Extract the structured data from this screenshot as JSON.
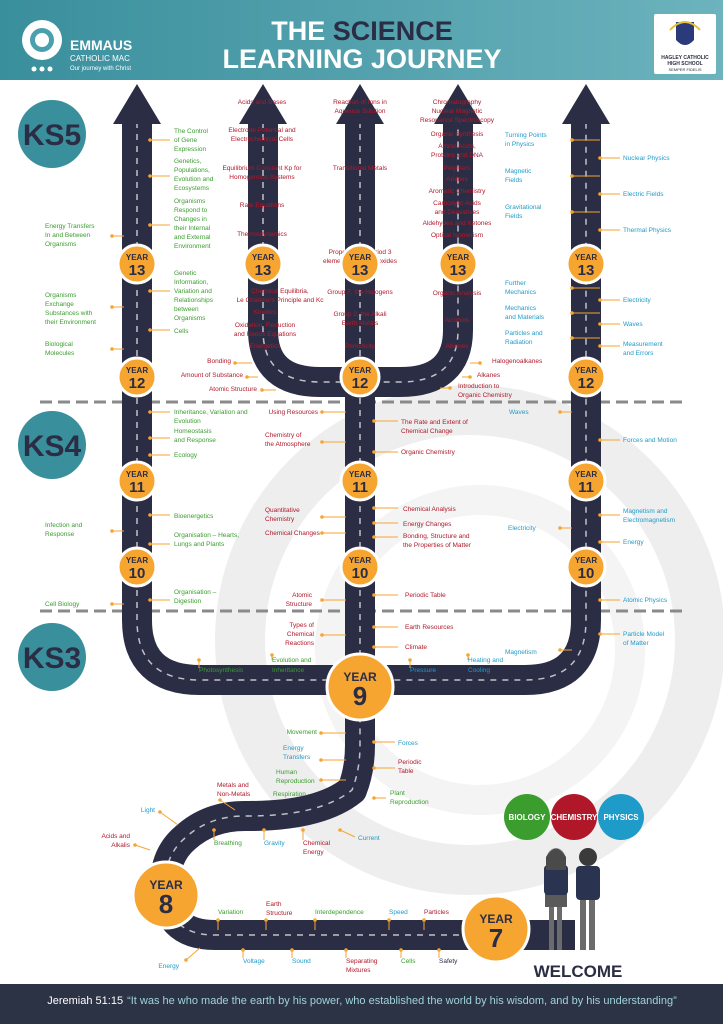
{
  "header": {
    "title_line1_a": "THE ",
    "title_line1_b": "SCIENCE",
    "title_line2": "LEARNING JOURNEY",
    "emmaus_name": "EMMAUS",
    "emmaus_sub": "CATHOLIC MAC",
    "emmaus_tag": "Our journey with Christ",
    "school_name_1": "HAGLEY CATHOLIC",
    "school_name_2": "HIGH SCHOOL",
    "school_motto": "SEMPER FIDELIS"
  },
  "stages": {
    "ks5": "KS5",
    "ks4": "KS4",
    "ks3": "KS3"
  },
  "year_word": "YEAR",
  "years": {
    "y7": "7",
    "y8": "8",
    "y9": "9",
    "y10": "10",
    "y11": "11",
    "y12": "12",
    "y13": "13"
  },
  "legend": {
    "biology": "BIOLOGY",
    "chemistry": "CHEMISTRY",
    "physics": "PHYSICS"
  },
  "welcome": "WELCOME",
  "footer": {
    "ref": "Jeremiah 51:15",
    "quote": "“It was he who made the earth by his power, who established the world by his wisdom, and by his understanding”"
  },
  "colors": {
    "biology": "#3a9d2e",
    "chemistry": "#b0182a",
    "physics": "#1f9bc9",
    "road": "#2b2d45",
    "year_badge": "#f6a531",
    "stage": "#3a8f9d",
    "header": "#4aa0ac",
    "footer": "#2c3344"
  },
  "topics": [
    {
      "text": "Acids and Bases",
      "subject": "chem"
    },
    {
      "text": "Electrode Potential and",
      "subject": "chem"
    },
    {
      "text": "Electrochemical Cells",
      "subject": "chem"
    },
    {
      "text": "Equilibrium Constant Kp for",
      "subject": "chem"
    },
    {
      "text": "Homogenous Systems",
      "subject": "chem"
    },
    {
      "text": "Rate Equations",
      "subject": "chem"
    },
    {
      "text": "Thermodynamics",
      "subject": "chem"
    },
    {
      "text": "Chemical Equilibria,",
      "subject": "chem"
    },
    {
      "text": "Le Chateliers Principle and Kc",
      "subject": "chem"
    },
    {
      "text": "Kinetics",
      "subject": "chem"
    },
    {
      "text": "Oxidation, Reduction",
      "subject": "chem"
    },
    {
      "text": "and Redox Equations",
      "subject": "chem"
    },
    {
      "text": "Energetics",
      "subject": "chem"
    },
    {
      "text": "Bonding",
      "subject": "chem"
    },
    {
      "text": "Amount of Substance",
      "subject": "chem"
    },
    {
      "text": "Atomic Structure",
      "subject": "chem"
    },
    {
      "text": "Reaction of Ions in",
      "subject": "chem"
    },
    {
      "text": "Aqueous Solution",
      "subject": "chem"
    },
    {
      "text": "Transitional Metals",
      "subject": "chem"
    },
    {
      "text": "Properties of Period 3",
      "subject": "chem"
    },
    {
      "text": "elements and their oxides",
      "subject": "chem"
    },
    {
      "text": "Group 7, the Halogens",
      "subject": "chem"
    },
    {
      "text": "Group 2, the Alkali",
      "subject": "chem"
    },
    {
      "text": "Earth Metals",
      "subject": "chem"
    },
    {
      "text": "Periodicity",
      "subject": "chem"
    },
    {
      "text": "Chromatography",
      "subject": "chem"
    },
    {
      "text": "Nuclear Magnetic",
      "subject": "chem"
    },
    {
      "text": "Resonance Spectroscopy",
      "subject": "chem"
    },
    {
      "text": "Organic Synthesis",
      "subject": "chem"
    },
    {
      "text": "Amino Acids,",
      "subject": "chem"
    },
    {
      "text": "Proteins and DNA",
      "subject": "chem"
    },
    {
      "text": "Polymers",
      "subject": "chem"
    },
    {
      "text": "Amines",
      "subject": "chem"
    },
    {
      "text": "Aromatic Chemistry",
      "subject": "chem"
    },
    {
      "text": "Carboxylic Acids",
      "subject": "chem"
    },
    {
      "text": "and Derivatives",
      "subject": "chem"
    },
    {
      "text": "Aldehydes and Ketones",
      "subject": "chem"
    },
    {
      "text": "Optical Isomerism",
      "subject": "chem"
    },
    {
      "text": "Organic Analysis",
      "subject": "chem"
    },
    {
      "text": "Alcohols",
      "subject": "chem"
    },
    {
      "text": "Alkenes",
      "subject": "chem"
    },
    {
      "text": "Halogenoalkanes",
      "subject": "chem"
    },
    {
      "text": "Alkanes",
      "subject": "chem"
    },
    {
      "text": "Introduction to",
      "subject": "chem"
    },
    {
      "text": "Organic Chemistry",
      "subject": "chem"
    },
    {
      "text": "The Control",
      "subject": "bio"
    },
    {
      "text": "of Gene",
      "subject": "bio"
    },
    {
      "text": "Expression",
      "subject": "bio"
    },
    {
      "text": "Genetics,",
      "subject": "bio"
    },
    {
      "text": "Populations,",
      "subject": "bio"
    },
    {
      "text": "Evolution and",
      "subject": "bio"
    },
    {
      "text": "Ecosystems",
      "subject": "bio"
    },
    {
      "text": "Organisms",
      "subject": "bio"
    },
    {
      "text": "Respond to",
      "subject": "bio"
    },
    {
      "text": "Changes in",
      "subject": "bio"
    },
    {
      "text": "their Internal",
      "subject": "bio"
    },
    {
      "text": "and External",
      "subject": "bio"
    },
    {
      "text": "Environment",
      "subject": "bio"
    },
    {
      "text": "Energy Transfers",
      "subject": "bio"
    },
    {
      "text": "In and Between",
      "subject": "bio"
    },
    {
      "text": "Organisms",
      "subject": "bio"
    },
    {
      "text": "Genetic",
      "subject": "bio"
    },
    {
      "text": "Information,",
      "subject": "bio"
    },
    {
      "text": "Variation and",
      "subject": "bio"
    },
    {
      "text": "Relationships",
      "subject": "bio"
    },
    {
      "text": "between",
      "subject": "bio"
    },
    {
      "text": "Organisms",
      "subject": "bio"
    },
    {
      "text": "Organisms",
      "subject": "bio"
    },
    {
      "text": "Exchange",
      "subject": "bio"
    },
    {
      "text": "Substances with",
      "subject": "bio"
    },
    {
      "text": "their Environment",
      "subject": "bio"
    },
    {
      "text": "Cells",
      "subject": "bio"
    },
    {
      "text": "Biological",
      "subject": "bio"
    },
    {
      "text": "Molecules",
      "subject": "bio"
    },
    {
      "text": "Turning Points",
      "subject": "phys"
    },
    {
      "text": "in Physics",
      "subject": "phys"
    },
    {
      "text": "Nuclear Physics",
      "subject": "phys"
    },
    {
      "text": "Magnetic",
      "subject": "phys"
    },
    {
      "text": "Fields",
      "subject": "phys"
    },
    {
      "text": "Electric Fields",
      "subject": "phys"
    },
    {
      "text": "Gravitational",
      "subject": "phys"
    },
    {
      "text": "Fields",
      "subject": "phys"
    },
    {
      "text": "Thermal Physics",
      "subject": "phys"
    },
    {
      "text": "Further",
      "subject": "phys"
    },
    {
      "text": "Mechanics",
      "subject": "phys"
    },
    {
      "text": "Electricity",
      "subject": "phys"
    },
    {
      "text": "Mechanics",
      "subject": "phys"
    },
    {
      "text": "and Materials",
      "subject": "phys"
    },
    {
      "text": "Waves",
      "subject": "phys"
    },
    {
      "text": "Particles and",
      "subject": "phys"
    },
    {
      "text": "Radiation",
      "subject": "phys"
    },
    {
      "text": "Measurement",
      "subject": "phys"
    },
    {
      "text": "and Errors",
      "subject": "phys"
    },
    {
      "text": "Inheritance, Variation and",
      "subject": "bio"
    },
    {
      "text": "Evolution",
      "subject": "bio"
    },
    {
      "text": "Homeostasis",
      "subject": "bio"
    },
    {
      "text": "and Response",
      "subject": "bio"
    },
    {
      "text": "Ecology",
      "subject": "bio"
    },
    {
      "text": "Bioenergetics",
      "subject": "bio"
    },
    {
      "text": "Infection and",
      "subject": "bio"
    },
    {
      "text": "Response",
      "subject": "bio"
    },
    {
      "text": "Organisation – Hearts,",
      "subject": "bio"
    },
    {
      "text": "Lungs and Plants",
      "subject": "bio"
    },
    {
      "text": "Organisation –",
      "subject": "bio"
    },
    {
      "text": "Digestion",
      "subject": "bio"
    },
    {
      "text": "Cell Biology",
      "subject": "bio"
    },
    {
      "text": "Using Resources",
      "subject": "chem"
    },
    {
      "text": "Chemistry of",
      "subject": "chem"
    },
    {
      "text": "the Atmosphere",
      "subject": "chem"
    },
    {
      "text": "The Rate and Extent of",
      "subject": "chem"
    },
    {
      "text": "Chemical Change",
      "subject": "chem"
    },
    {
      "text": "Organic Chemistry",
      "subject": "chem"
    },
    {
      "text": "Quantitative",
      "subject": "chem"
    },
    {
      "text": "Chemistry",
      "subject": "chem"
    },
    {
      "text": "Chemical Changes",
      "subject": "chem"
    },
    {
      "text": "Chemical Analysis",
      "subject": "chem"
    },
    {
      "text": "Energy Changes",
      "subject": "chem"
    },
    {
      "text": "Bonding, Structure and",
      "subject": "chem"
    },
    {
      "text": "the Properties of Matter",
      "subject": "chem"
    },
    {
      "text": "Atomic",
      "subject": "chem"
    },
    {
      "text": "Structure",
      "subject": "chem"
    },
    {
      "text": "Periodic Table",
      "subject": "chem"
    },
    {
      "text": "Waves",
      "subject": "phys"
    },
    {
      "text": "Forces and Motion",
      "subject": "phys"
    },
    {
      "text": "Magnetism and",
      "subject": "phys"
    },
    {
      "text": "Electromagnetism",
      "subject": "phys"
    },
    {
      "text": "Electricity",
      "subject": "phys"
    },
    {
      "text": "Energy",
      "subject": "phys"
    },
    {
      "text": "Atomic Physics",
      "subject": "phys"
    },
    {
      "text": "Types of",
      "subject": "chem"
    },
    {
      "text": "Chemical",
      "subject": "chem"
    },
    {
      "text": "Reactions",
      "subject": "chem"
    },
    {
      "text": "Earth Resources",
      "subject": "chem"
    },
    {
      "text": "Climate",
      "subject": "chem"
    },
    {
      "text": "Magnetism",
      "subject": "phys"
    },
    {
      "text": "Particle Model",
      "subject": "phys"
    },
    {
      "text": "of Matter",
      "subject": "phys"
    },
    {
      "text": "Photosynthesis",
      "subject": "bio"
    },
    {
      "text": "Evolution and",
      "subject": "bio"
    },
    {
      "text": "Inheritance",
      "subject": "bio"
    },
    {
      "text": "Pressure",
      "subject": "phys"
    },
    {
      "text": "Heating and",
      "subject": "phys"
    },
    {
      "text": "Cooling",
      "subject": "phys"
    },
    {
      "text": "Movement",
      "subject": "bio"
    },
    {
      "text": "Forces",
      "subject": "phys"
    },
    {
      "text": "Energy",
      "subject": "phys"
    },
    {
      "text": "Transfers",
      "subject": "phys"
    },
    {
      "text": "Human",
      "subject": "bio"
    },
    {
      "text": "Reproduction",
      "subject": "bio"
    },
    {
      "text": "Periodic",
      "subject": "chem"
    },
    {
      "text": "Table",
      "subject": "chem"
    },
    {
      "text": "Metals and",
      "subject": "chem"
    },
    {
      "text": "Non-Metals",
      "subject": "chem"
    },
    {
      "text": "Respiration",
      "subject": "bio"
    },
    {
      "text": "Plant",
      "subject": "bio"
    },
    {
      "text": "Reproduction",
      "subject": "bio"
    },
    {
      "text": "Light",
      "subject": "phys"
    },
    {
      "text": "Acids and",
      "subject": "chem"
    },
    {
      "text": "Alkalis",
      "subject": "chem"
    },
    {
      "text": "Breathing",
      "subject": "bio"
    },
    {
      "text": "Gravity",
      "subject": "phys"
    },
    {
      "text": "Chemical",
      "subject": "chem"
    },
    {
      "text": "Energy",
      "subject": "chem"
    },
    {
      "text": "Current",
      "subject": "phys"
    },
    {
      "text": "Variation",
      "subject": "bio"
    },
    {
      "text": "Earth",
      "subject": "chem"
    },
    {
      "text": "Structure",
      "subject": "chem"
    },
    {
      "text": "Interdependence",
      "subject": "bio"
    },
    {
      "text": "Speed",
      "subject": "phys"
    },
    {
      "text": "Particles",
      "subject": "chem"
    },
    {
      "text": "Energy",
      "subject": "phys"
    },
    {
      "text": "Voltage",
      "subject": "phys"
    },
    {
      "text": "Sound",
      "subject": "phys"
    },
    {
      "text": "Separating",
      "subject": "chem"
    },
    {
      "text": "Mixtures",
      "subject": "chem"
    },
    {
      "text": "Cells",
      "subject": "bio"
    },
    {
      "text": "Safety",
      "subject": "dark"
    }
  ]
}
